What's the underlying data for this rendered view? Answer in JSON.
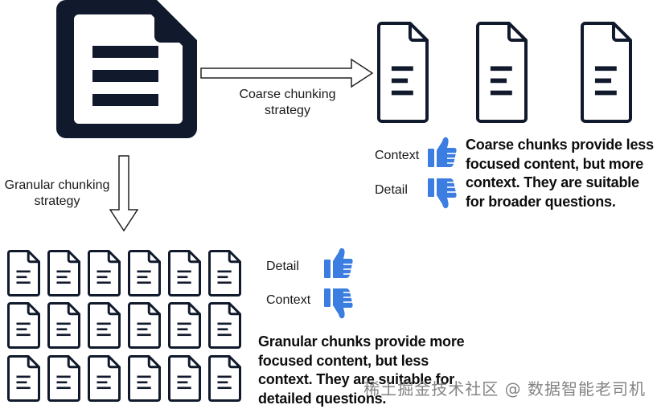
{
  "colors": {
    "ink": "#111a2c",
    "thumb": "#3b7de0"
  },
  "labels": {
    "coarse_strategy": "Coarse chunking\nstrategy",
    "granular_strategy": "Granular chunking\nstrategy",
    "coarse_context": "Context",
    "coarse_detail": "Detail",
    "granular_detail": "Detail",
    "granular_context": "Context"
  },
  "descriptions": {
    "coarse": "Coarse chunks provide less focused content, but more context. They are suitable for broader questions.",
    "granular": "Granular chunks provide more focused content, but less context. They are suitable for detailed questions."
  },
  "watermark": "稀土掘金技术社区 @ 数据智能老司机",
  "icons": {
    "source": "large-document-icon",
    "coarse_chunk": "document-icon",
    "granular_chunk": "document-icon",
    "up": "thumbs-up-icon",
    "down": "thumbs-down-icon"
  }
}
